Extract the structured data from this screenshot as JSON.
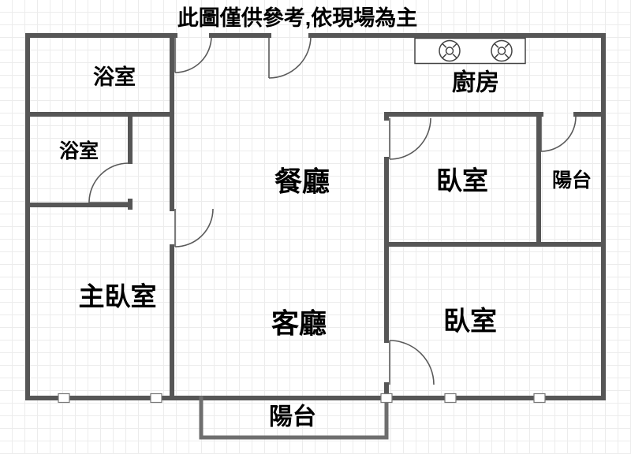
{
  "title": "此圖僅供參考,依現場為主",
  "colors": {
    "wall": "#565656",
    "balcony_wall": "#6e6e6e",
    "door": "#5a5a5a",
    "window_border": "#777777",
    "stove": "#444444",
    "grid": "#ececec",
    "text": "#000000"
  },
  "rooms": [
    {
      "id": "bathroom-top",
      "label": "浴室"
    },
    {
      "id": "bathroom-ensuite",
      "label": "浴室"
    },
    {
      "id": "kitchen",
      "label": "廚房"
    },
    {
      "id": "dining-room",
      "label": "餐廳"
    },
    {
      "id": "bedroom-top-right",
      "label": "臥室"
    },
    {
      "id": "balcony-right",
      "label": "陽台"
    },
    {
      "id": "master-bedroom",
      "label": "主臥室"
    },
    {
      "id": "living-room",
      "label": "客廳"
    },
    {
      "id": "bedroom-bottom-right",
      "label": "臥室"
    },
    {
      "id": "balcony-bottom",
      "label": "陽台"
    }
  ],
  "icons": {
    "stove": "gas-stove-two-burners"
  }
}
